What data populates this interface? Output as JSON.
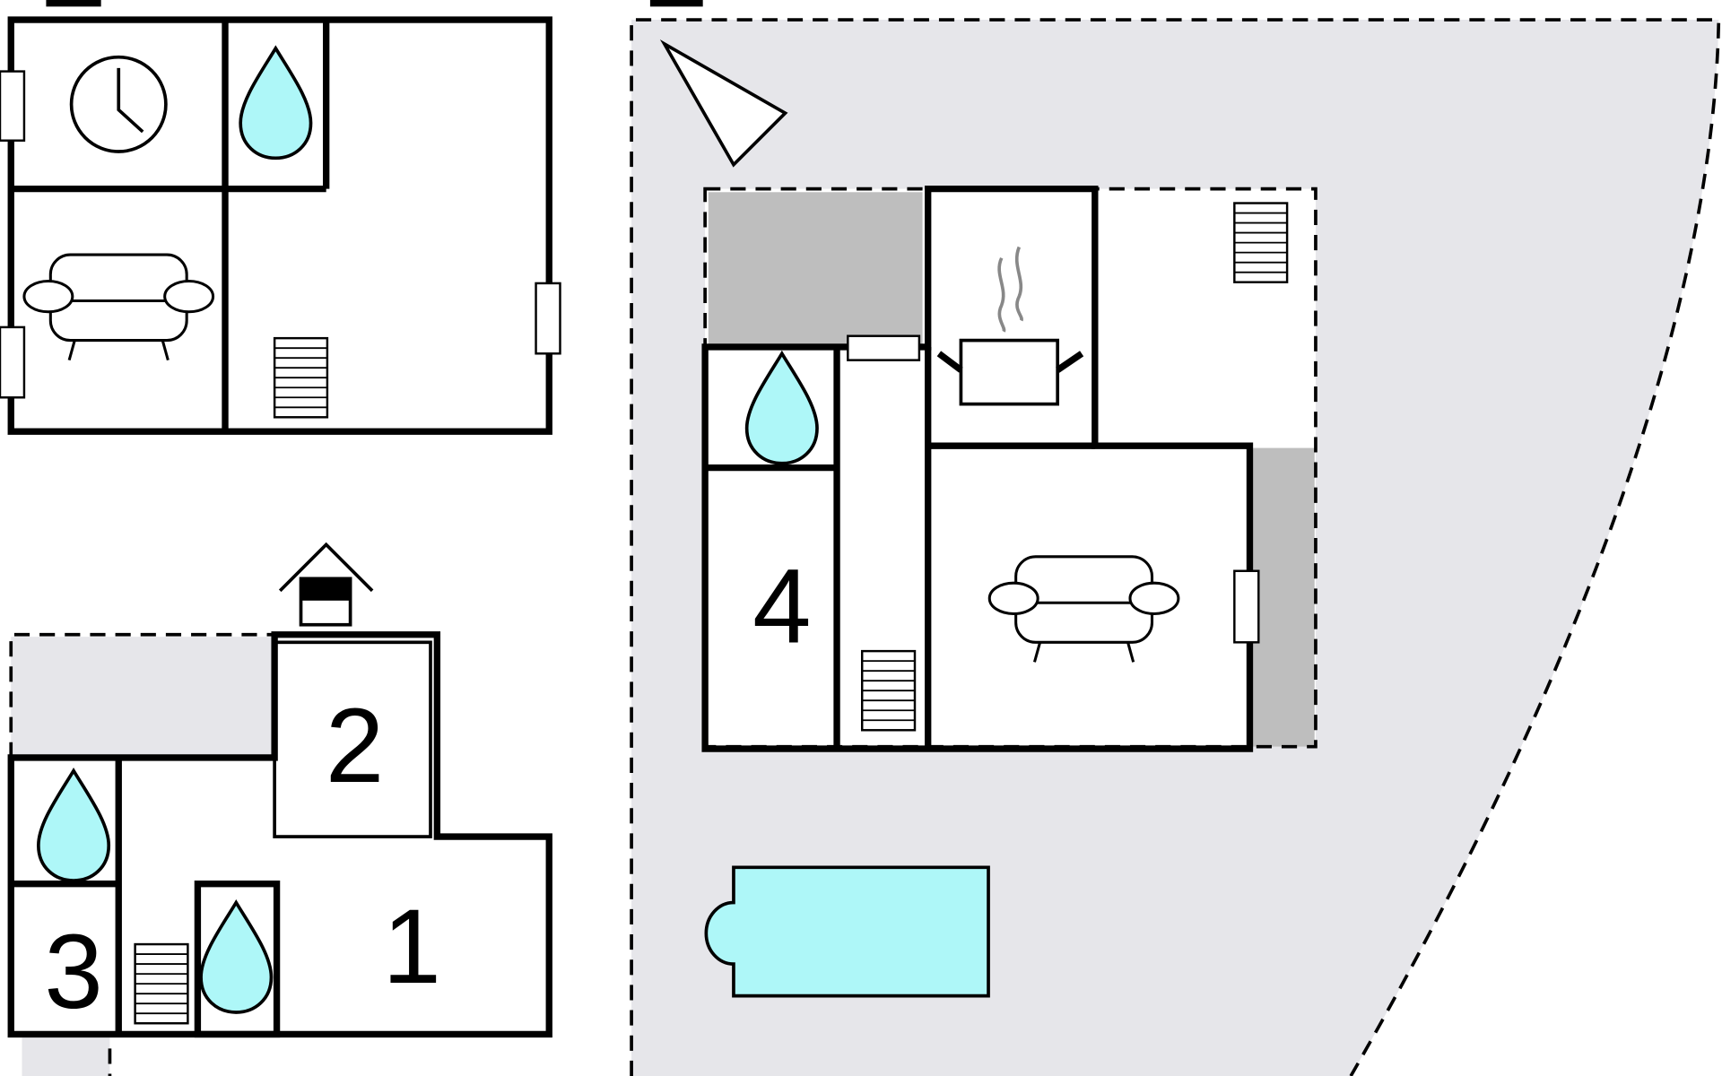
{
  "title": "Floor plan",
  "rooms": {
    "room_1": "1",
    "room_2": "2",
    "room_3": "3",
    "room_4": "4"
  },
  "colors": {
    "water": "#aef7f8",
    "terrace": "#bebebe",
    "garden": "#e6e6ea",
    "wall": "#000000"
  },
  "icons": [
    "clock-icon",
    "water-drop-icon",
    "sofa-icon",
    "stairs-icon",
    "window-icon",
    "fireplace-icon",
    "kitchen-pot-icon",
    "compass-north-icon",
    "pool-icon"
  ]
}
